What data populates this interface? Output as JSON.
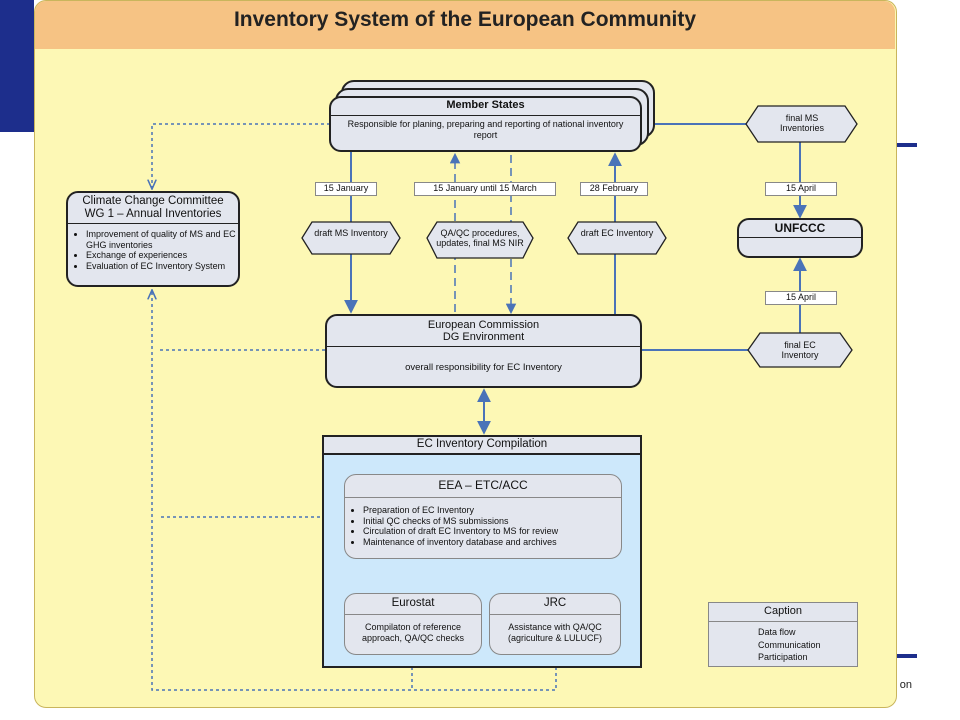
{
  "title": "Inventory System of the European Community",
  "member_states": {
    "title": "Member States",
    "desc": "Responsible for planing, preparing and reporting of national inventory report"
  },
  "climate_committee": {
    "title_line1": "Climate Change Committee",
    "title_line2": "WG 1 – Annual Inventories",
    "bullets": [
      "Improvement of quality of MS and EC GHG inventories",
      "Exchange of experiences",
      "Evaluation of EC Inventory System"
    ]
  },
  "unfccc": {
    "title": "UNFCCC"
  },
  "european_commission": {
    "title_line1": "European Commission",
    "title_line2": "DG Environment",
    "desc": "overall responsibility for EC Inventory"
  },
  "compilation": {
    "title": "EC Inventory Compilation",
    "eea": {
      "title": "EEA – ETC/ACC",
      "bullets": [
        "Preparation of EC Inventory",
        "Initial QC checks of MS submissions",
        "Circulation of draft EC Inventory to MS for review",
        "Maintenance of inventory database and archives"
      ]
    },
    "eurostat": {
      "title": "Eurostat",
      "desc": "Compilaton of reference approach, QA/QC checks"
    },
    "jrc": {
      "title": "JRC",
      "desc": "Assistance with QA/QC (agriculture & LULUCF)"
    }
  },
  "dates": {
    "jan15": "15 January",
    "jan_mar": "15 January until 15 March",
    "feb28": "28 February",
    "apr15_top": "15 April",
    "apr15_bottom": "15 April"
  },
  "documents": {
    "draft_ms": "draft MS Inventory",
    "qaqc": "QA/QC procedures, updates, final MS NIR",
    "draft_ec": "draft EC Inventory",
    "final_ms": "final MS Inventories",
    "final_ec": "final EC Inventory"
  },
  "caption": {
    "title": "Caption",
    "items": [
      "Data flow",
      "Communication",
      "Participation"
    ]
  },
  "footer_fragment": "on",
  "colors": {
    "arrow": "#4a73b8",
    "slide_bg": "#fdf8b5",
    "title_band": "#f6c384",
    "compilation_bg": "#cde8fb"
  }
}
